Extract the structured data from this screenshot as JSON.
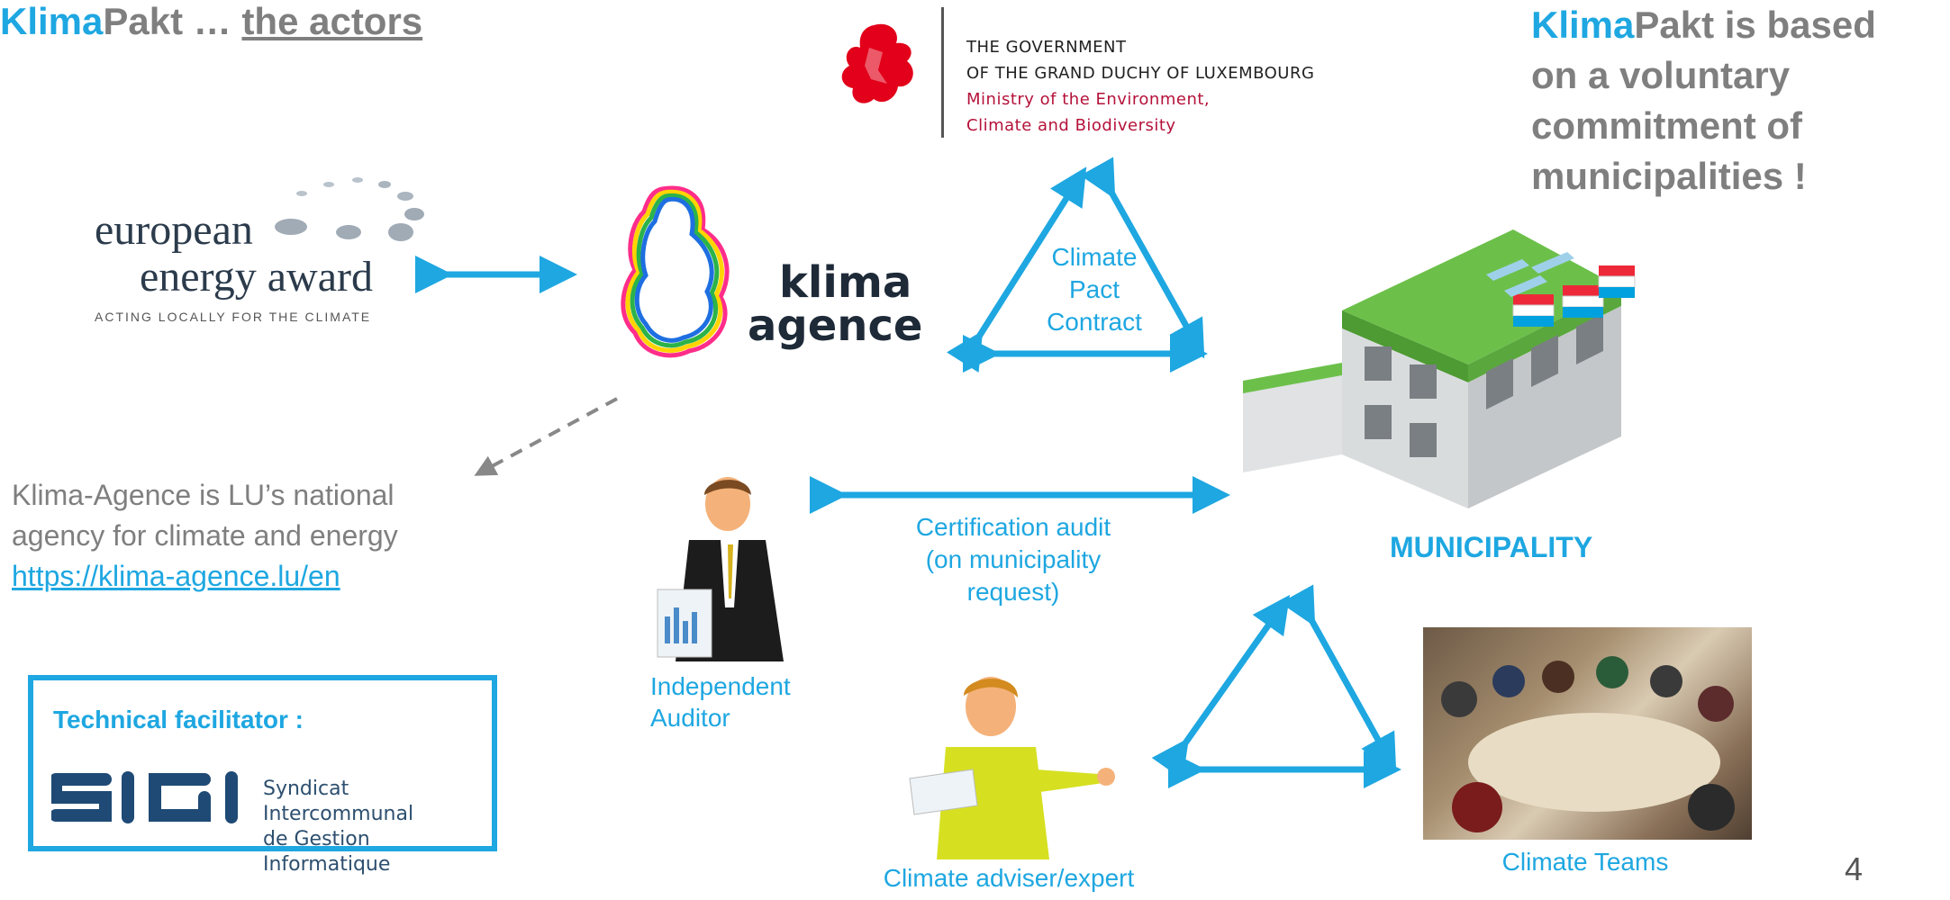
{
  "header": {
    "title_brand": "Klima",
    "title_rest": "Pakt … ",
    "title_link": "the actors"
  },
  "tagline": {
    "brand": "Klima",
    "line1_rest": "Pakt is based",
    "line2": "on a voluntary",
    "line3": "commitment of",
    "line4": "municipalities !"
  },
  "government": {
    "line1": "THE GOVERNMENT",
    "line2": "OF THE GRAND DUCHY OF LUXEMBOURG",
    "line3": "Ministry of the Environment,",
    "line4": "Climate and Biodiversity"
  },
  "eea_logo": {
    "line1": "european",
    "line2": "energy award",
    "line3": "ACTING LOCALLY FOR THE CLIMATE"
  },
  "klima_agence_logo": {
    "line1": "klima",
    "line2": "agence"
  },
  "labels": {
    "contract_1": "Climate",
    "contract_2": "Pact",
    "contract_3": "Contract",
    "audit_1": "Certification audit",
    "audit_2": "(on municipality",
    "audit_3": "request)",
    "auditor_1": "Independent",
    "auditor_2": "Auditor",
    "adviser": "Climate adviser/expert",
    "municipality": "MUNICIPALITY",
    "teams": "Climate Teams"
  },
  "note": {
    "line1": "Klima-Agence is LU’s national",
    "line2": "agency for climate and energy",
    "link": "https://klima-agence.lu/en"
  },
  "facilitator": {
    "title": "Technical facilitator :",
    "logo_text": "SIGI",
    "sub1": "Syndicat Intercommunal",
    "sub2": "de Gestion Informatique"
  },
  "page_number": "4",
  "colors": {
    "accent": "#1ea7e1",
    "grey_text": "#7f7f7f",
    "ministry_red": "#b5123a",
    "roof_green": "#6cc04a"
  }
}
